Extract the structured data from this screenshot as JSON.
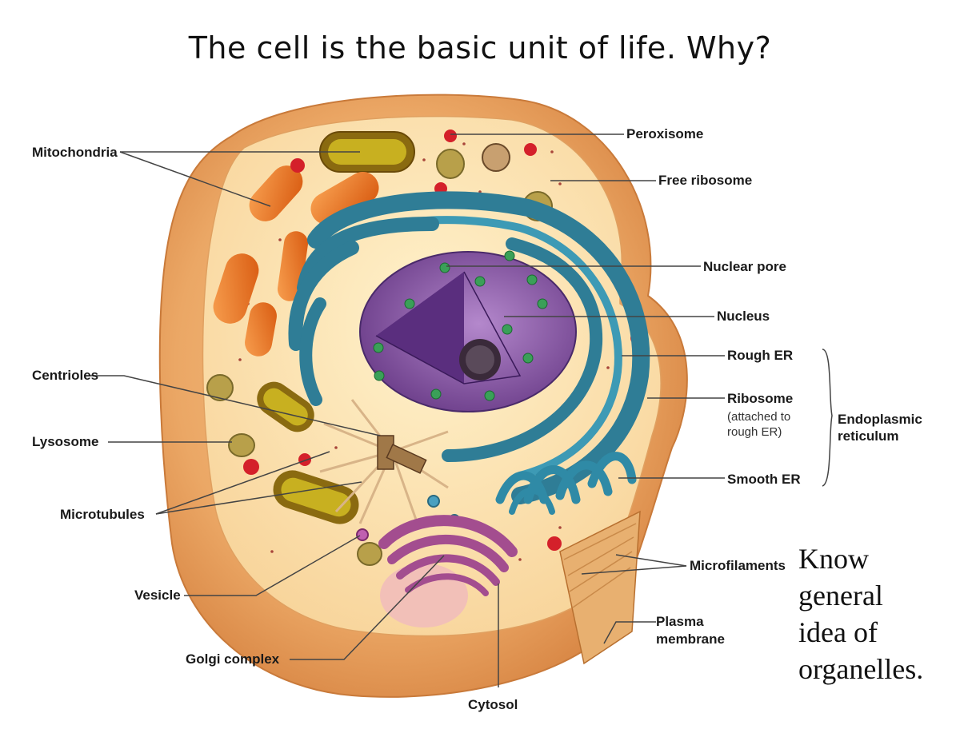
{
  "title": "The cell is the basic unit of life.  Why?",
  "labels": {
    "mitochondria": "Mitochondria",
    "peroxisome": "Peroxisome",
    "free_ribosome": "Free ribosome",
    "nuclear_pore": "Nuclear pore",
    "nucleus": "Nucleus",
    "rough_er": "Rough ER",
    "ribosome": "Ribosome",
    "ribosome_note_1": "(attached to",
    "ribosome_note_2": "rough ER)",
    "smooth_er": "Smooth ER",
    "er_group_1": "Endoplasmic",
    "er_group_2": "reticulum",
    "centrioles": "Centrioles",
    "lysosome": "Lysosome",
    "microtubules": "Microtubules",
    "vesicle": "Vesicle",
    "golgi": "Golgi complex",
    "cytosol": "Cytosol",
    "microfilaments": "Microfilaments",
    "plasma_1": "Plasma",
    "plasma_2": "membrane"
  },
  "note_lines": [
    "Know",
    "general",
    "idea of",
    "organelles."
  ],
  "colors": {
    "membrane": "#e9a664",
    "cytoplasm": "#fce3ac",
    "mitochondria": "#f07a22",
    "rough_er": "#2f7d96",
    "nucleus": "#8a5aa6",
    "golgi": "#a34d8f",
    "lysosome_red": "#d4202a"
  }
}
